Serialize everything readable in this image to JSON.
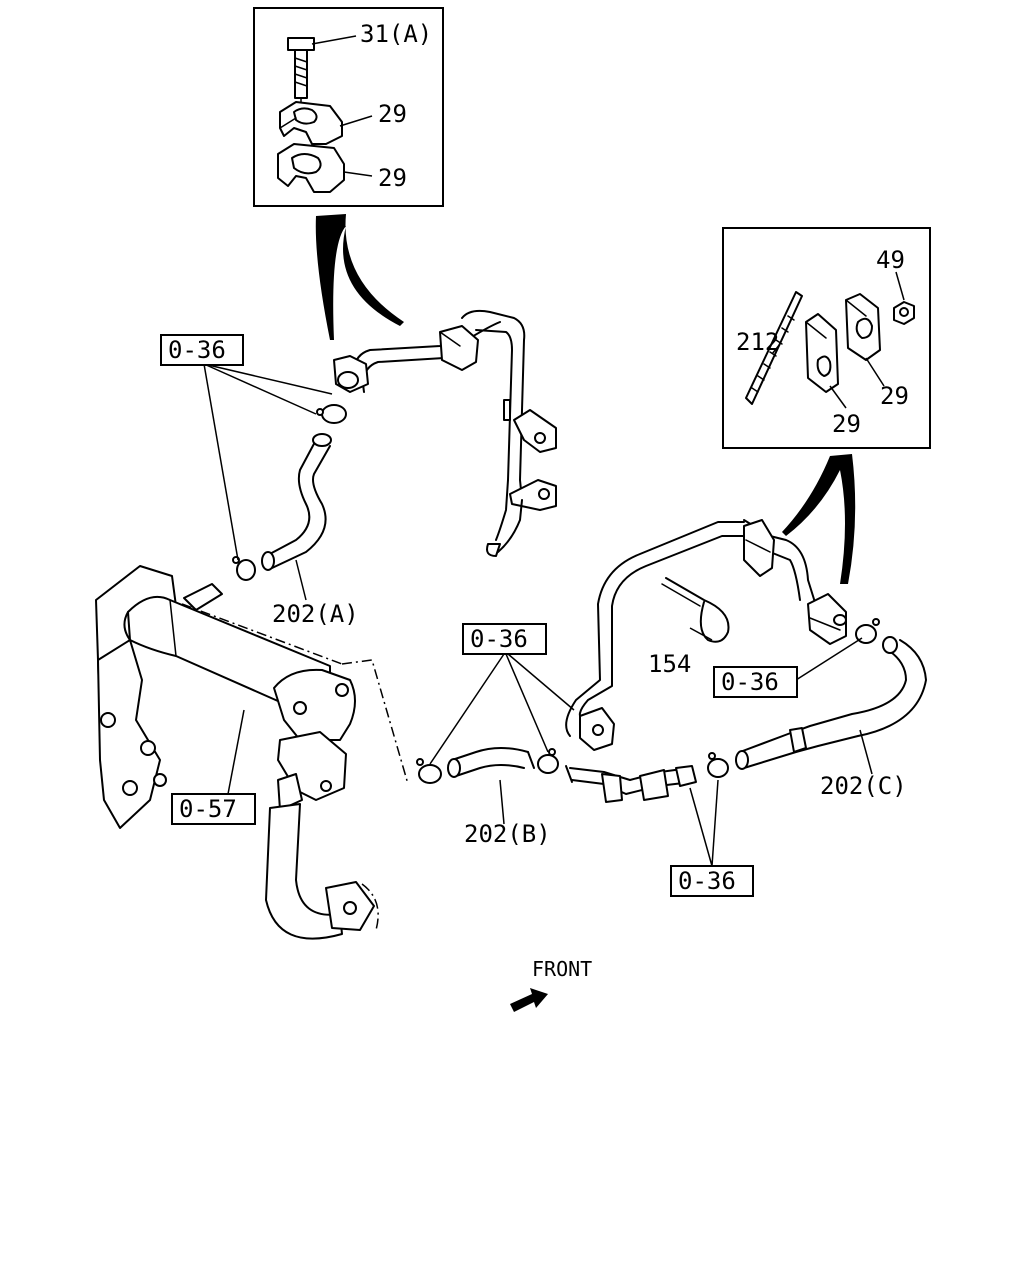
{
  "labels": {
    "bolt_31a": "31(A)",
    "clamp_29_upper": "29",
    "clamp_29_lower": "29",
    "nut_49": "49",
    "stud_212": "212",
    "clamp_29_right_a": "29",
    "clamp_29_right_b": "29",
    "hose_202a": "202(A)",
    "hose_202b": "202(B)",
    "hose_202c": "202(C)",
    "tie_154": "154",
    "front": "FRONT"
  },
  "refs": {
    "ref_036_left": "0-36",
    "ref_036_center": "0-36",
    "ref_036_right": "0-36",
    "ref_036_bottom": "0-36",
    "ref_057": "0-57"
  }
}
